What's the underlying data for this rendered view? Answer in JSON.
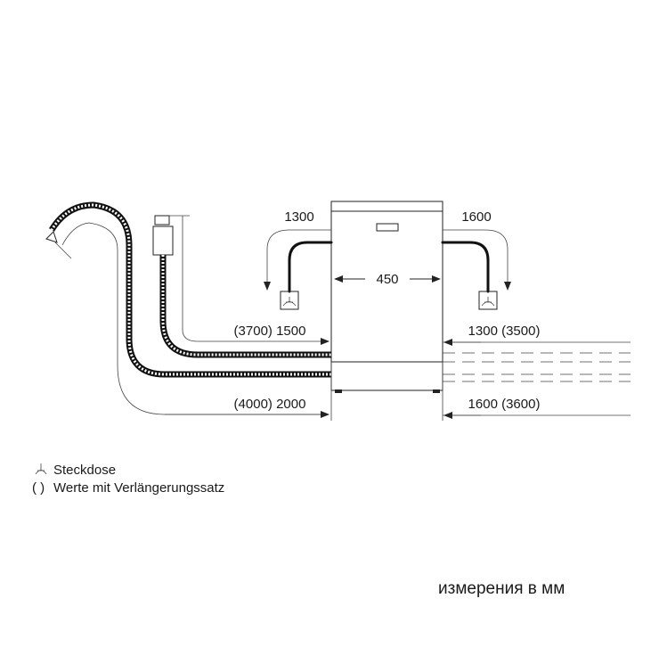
{
  "dimensions": {
    "width": "450",
    "left_power_cable": "1300",
    "right_power_cable": "1600",
    "left_inlet_hose": "(3700) 1500",
    "left_drain_hose": "(4000) 2000",
    "right_inlet_hose": "1300 (3500)",
    "right_drain_hose": "1600 (3600)"
  },
  "legend": {
    "socket_label": "Steckdose",
    "extension_symbol": "( )",
    "extension_label": "Werte mit Verlängerungssatz"
  },
  "units_note": "измерения в мм",
  "icons": {
    "socket": "socket-symbol-icon",
    "water_tap": "water-tap-icon",
    "aquastop_valve": "aquastop-valve-icon"
  }
}
